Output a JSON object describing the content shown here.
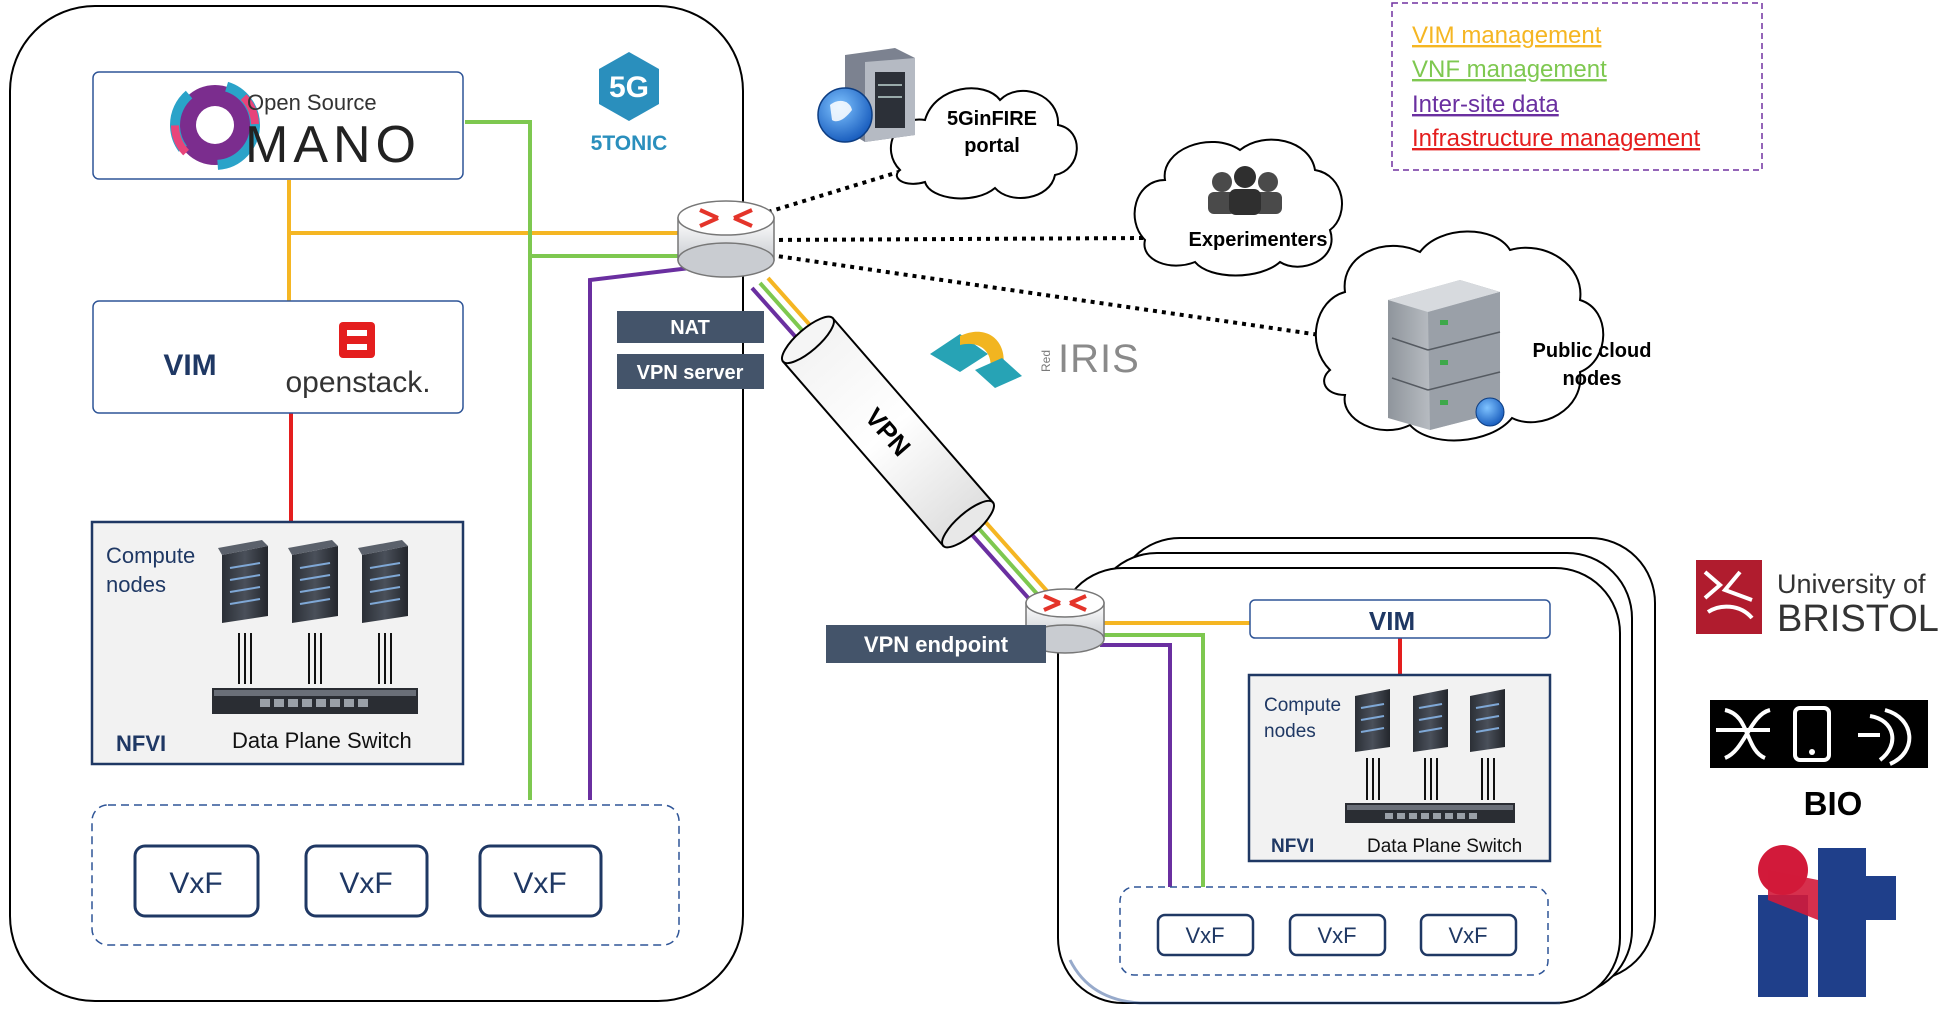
{
  "legend": {
    "items": [
      {
        "label": "VIM management",
        "color": "#f5b623"
      },
      {
        "label": "VNF management",
        "color": "#7ec850"
      },
      {
        "label": "Inter-site data",
        "color": "#6a2fa0"
      },
      {
        "label": "Infrastructure management",
        "color": "#e41e1e"
      }
    ]
  },
  "colors": {
    "navy": "#1f3864",
    "slate": "#44546a",
    "teal": "#2a8fbd",
    "vim_line": "#f5b623",
    "vnf_line": "#7ec850",
    "data_line": "#6a2fa0",
    "infra_line": "#e41e1e"
  },
  "main_site": {
    "mano": {
      "top": "Open Source",
      "bottom": "MANO"
    },
    "vim_label": "VIM",
    "openstack_label": "openstack.",
    "compute_label_1": "Compute",
    "compute_label_2": "nodes",
    "nfvi_label": "NFVI",
    "switch_label": "Data Plane Switch",
    "vxf": [
      "VxF",
      "VxF",
      "VxF"
    ],
    "fivetonic_label": "5TONIC",
    "nat_label": "NAT",
    "vpn_server_label": "VPN server"
  },
  "remote_site": {
    "vim_label": "VIM",
    "compute_label_1": "Compute",
    "compute_label_2": "nodes",
    "nfvi_label": "NFVI",
    "switch_label": "Data Plane Switch",
    "vxf": [
      "VxF",
      "VxF",
      "VxF"
    ],
    "vpn_endpoint_label": "VPN endpoint"
  },
  "network": {
    "vpn_tunnel_label": "VPN",
    "rediris_small": "Red",
    "rediris_label": "IRIS"
  },
  "clouds": {
    "portal_line1": "5GinFIRE",
    "portal_line2": "portal",
    "experimenters": "Experimenters",
    "public_line1": "Public cloud",
    "public_line2": "nodes"
  },
  "logos": {
    "bristol_line1": "University of",
    "bristol_line2": "BRISTOL",
    "bio_label": "BIO"
  }
}
